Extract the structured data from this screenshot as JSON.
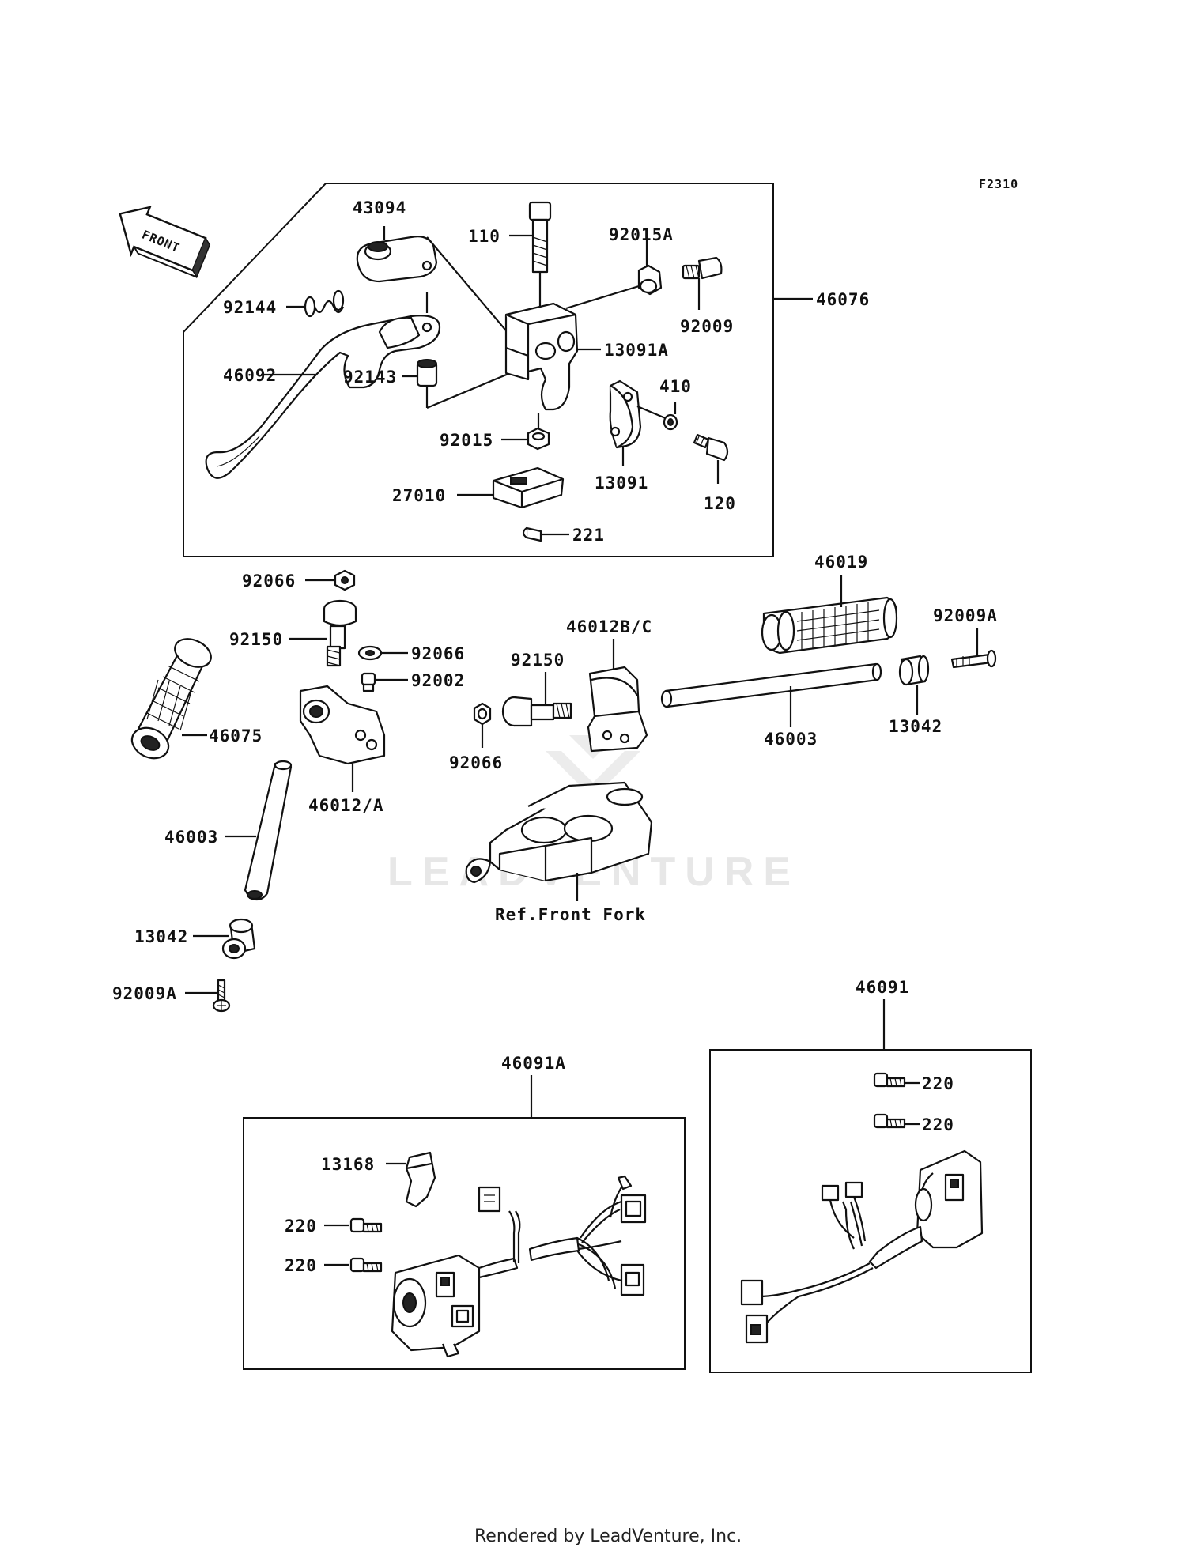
{
  "figure_code": "F2310",
  "front_arrow_label": "FRONT",
  "footer": "Rendered by LeadVenture, Inc.",
  "watermark": "LEADVENTURE",
  "labels": {
    "l_43094": "43094",
    "l_110": "110",
    "l_92015A": "92015A",
    "l_46076": "46076",
    "l_92144": "92144",
    "l_13091A": "13091A",
    "l_92009": "92009",
    "l_46092": "46092",
    "l_92143": "92143",
    "l_410": "410",
    "l_92015": "92015",
    "l_13091": "13091",
    "l_120": "120",
    "l_27010": "27010",
    "l_221": "221",
    "l_92066_a": "92066",
    "l_46019": "46019",
    "l_92150_a": "92150",
    "l_92066_b": "92066",
    "l_46012BC": "46012B/C",
    "l_92009A_a": "92009A",
    "l_92002": "92002",
    "l_92150_b": "92150",
    "l_46075": "46075",
    "l_46003_a": "46003",
    "l_13042_a": "13042",
    "l_92066_c": "92066",
    "l_46012A": "46012/A",
    "l_46003_b": "46003",
    "l_ref_front_fork": "Ref.Front Fork",
    "l_13042_b": "13042",
    "l_92009A_b": "92009A",
    "l_46091": "46091",
    "l_46091A": "46091A",
    "l_220_a": "220",
    "l_220_b": "220",
    "l_13168": "13168",
    "l_220_c": "220",
    "l_220_d": "220"
  }
}
